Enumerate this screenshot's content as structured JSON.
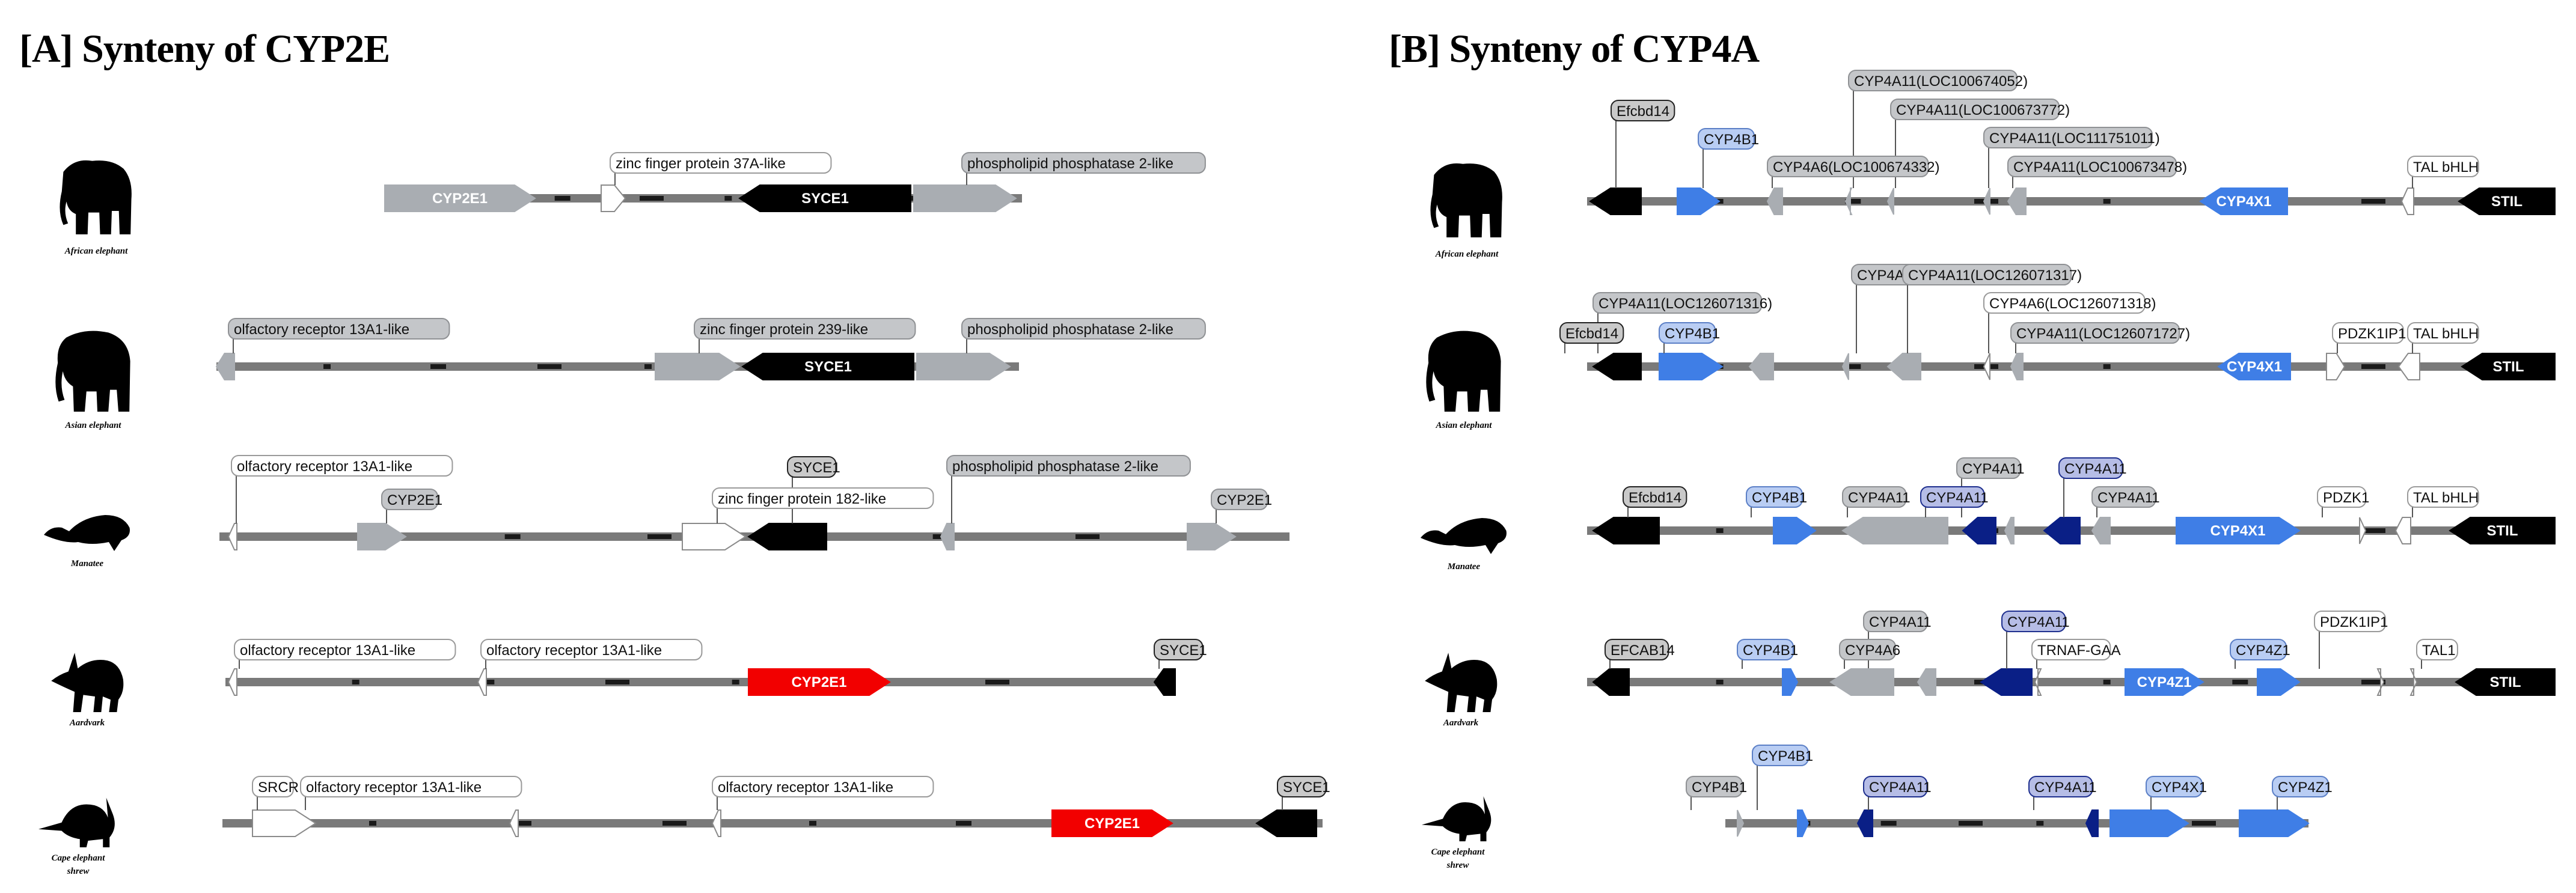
{
  "panels": [
    {
      "title": "[A] Synteny of CYP2E",
      "tracks": [
        {
          "species": [
            "African elephant"
          ],
          "labels": [
            "CYP2E1",
            "zinc finger protein 37A-like",
            "SYCE1",
            "phospholipid phosphatase 2-like"
          ]
        },
        {
          "species": [
            "Asian elephant"
          ],
          "labels": [
            "olfactory receptor 13A1-like",
            "zinc finger protein 239-like",
            "SYCE1",
            "phospholipid phosphatase 2-like"
          ]
        },
        {
          "species": [
            "Manatee"
          ],
          "labels": [
            "olfactory receptor 13A1-like",
            "CYP2E1",
            "SYCE1",
            "zinc finger protein 182-like",
            "phospholipid phosphatase 2-like",
            "CYP2E1"
          ]
        },
        {
          "species": [
            "Aardvark"
          ],
          "labels": [
            "olfactory receptor 13A1-like",
            "olfactory receptor 13A1-like",
            "CYP2E1",
            "SYCE1"
          ]
        },
        {
          "species": [
            "Cape elephant",
            "shrew"
          ],
          "labels": [
            "SRCR",
            "olfactory receptor 13A1-like",
            "olfactory receptor 13A1-like",
            "CYP2E1",
            "SYCE1"
          ]
        }
      ]
    },
    {
      "title": "[B] Synteny of CYP4A",
      "tracks": [
        {
          "species": [
            "African elephant"
          ],
          "labels": [
            "Efcbd14",
            "CYP4B1",
            "CYP4A11(LOC100674052)",
            "CYP4A11(LOC100673772)",
            "CYP4A6(LOC100674332)",
            "CYP4A11(LOC111751011)",
            "CYP4A11(LOC100673478)",
            "CYP4X1",
            "TAL bHLH",
            "STIL"
          ]
        },
        {
          "species": [
            "Asian elephant"
          ],
          "labels": [
            "CYP4A11 (low)",
            "CYP4A11(LOC126071317)",
            "CYP4A11(LOC126071316)",
            "CYP4A6(LOC126071318)",
            "Efcbd14",
            "CYP4B1",
            "CYP4A11(LOC126071727)",
            "PDZK1IP1",
            "TAL bHLH",
            "CYP4X1",
            "STIL"
          ]
        },
        {
          "species": [
            "Manatee"
          ],
          "labels": [
            "CYP4A11",
            "CYP4A11",
            "Efcbd14",
            "CYP4B1",
            "CYP4A11",
            "CYP4A11",
            "CYP4A11",
            "PDZK1",
            "TAL bHLH",
            "CYP4X1",
            "STIL"
          ]
        },
        {
          "species": [
            "Aardvark"
          ],
          "labels": [
            "CYP4A11",
            "CYP4A11",
            "PDZK1IP1",
            "EFCAB14",
            "CYP4B1",
            "CYP4A6",
            "TRNAF-GAA",
            "CYP4Z1",
            "TAL1",
            "CYP4Z1",
            "STIL"
          ]
        },
        {
          "species": [
            "Cape elephant",
            "shrew"
          ],
          "labels": [
            "CYP4B1",
            "CYP4B1",
            "CYP4A11",
            "CYP4A11",
            "CYP4X1",
            "CYP4Z1"
          ]
        }
      ]
    }
  ],
  "colors": {
    "grey_gene": "#a9adb2",
    "black_gene": "#000000",
    "red_gene": "#f20000",
    "blue_gene": "#3f7ee6",
    "navy_gene": "#0a1f86",
    "light_blue_tag": "#b9cdf3",
    "backbone": "#7a7a7a"
  },
  "icons": [
    "african-elephant-silhouette",
    "asian-elephant-silhouette",
    "manatee-silhouette",
    "aardvark-silhouette",
    "elephant-shrew-silhouette"
  ]
}
